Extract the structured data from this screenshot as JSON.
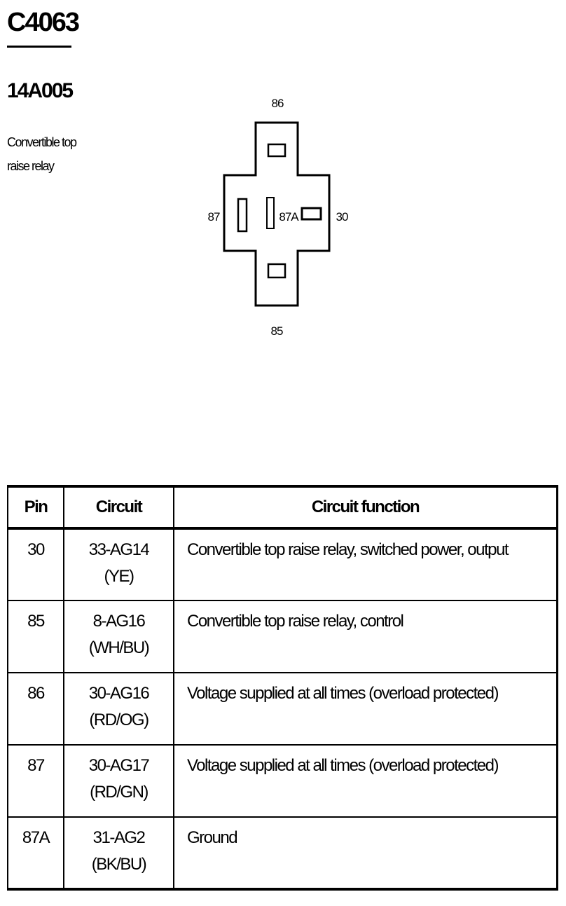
{
  "connector": {
    "id": "C4063",
    "part_number": "14A005",
    "description": "Convertible top raise relay",
    "description_lines": [
      "Convertible top",
      "raise relay"
    ]
  },
  "diagram": {
    "pin_labels": {
      "top": "86",
      "bottom": "85",
      "left": "87",
      "right": "30",
      "center": "87A"
    }
  },
  "table": {
    "headers": [
      "Pin",
      "Circuit",
      "Circuit function"
    ],
    "rows": [
      {
        "pin": "30",
        "circuit": "33-AG14",
        "color": "(YE)",
        "function": "Convertible top raise relay, switched power, output"
      },
      {
        "pin": "85",
        "circuit": "8-AG16",
        "color": "(WH/BU)",
        "function": "Convertible top raise relay, control"
      },
      {
        "pin": "86",
        "circuit": "30-AG16",
        "color": "(RD/OG)",
        "function": "Voltage supplied at all times (overload protected)"
      },
      {
        "pin": "87",
        "circuit": "30-AG17",
        "color": "(RD/GN)",
        "function": "Voltage supplied at all times (overload protected)"
      },
      {
        "pin": "87A",
        "circuit": "31-AG2",
        "color": "(BK/BU)",
        "function": "Ground"
      }
    ]
  }
}
